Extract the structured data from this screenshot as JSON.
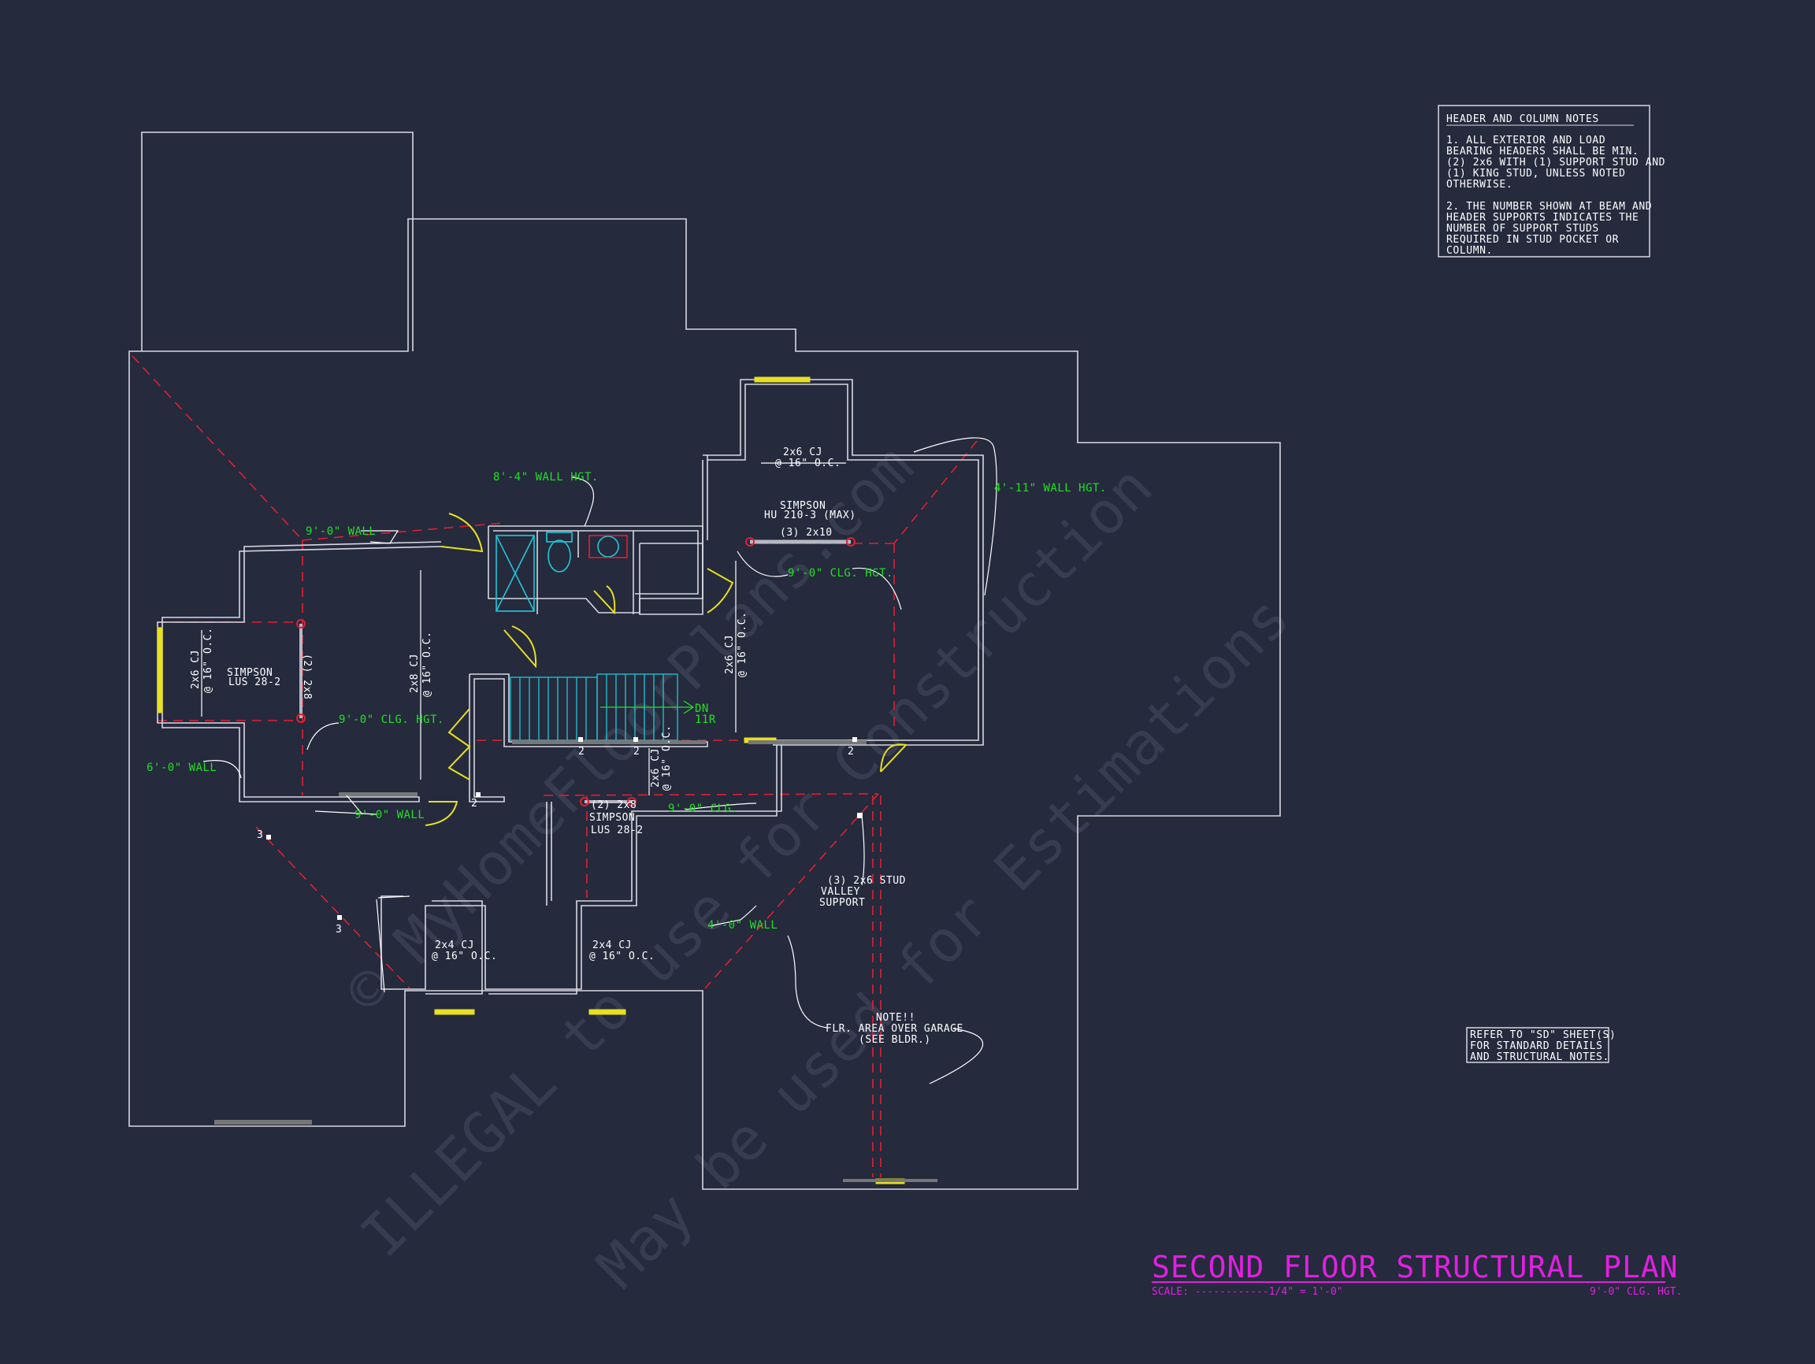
{
  "colors": {
    "background": "#252a3d",
    "wall": "#d8d8e2",
    "dimension_text": "#ffffff",
    "callout_text": "#22e022",
    "hip_line": "#e02030",
    "window": "#e8e020",
    "fixture": "#20c8d8",
    "title": "#e020e0",
    "watermark": "#3a3f53"
  },
  "title": {
    "main": "SECOND FLOOR STRUCTURAL PLAN",
    "scale": "SCALE: ------------1/4\" = 1'-0\"",
    "ceiling": "9'-0\" CLG. HGT."
  },
  "header_notes": {
    "heading": "HEADER AND COLUMN NOTES",
    "lines": [
      "1. ALL EXTERIOR AND LOAD",
      "BEARING HEADERS SHALL BE MIN.",
      "(2) 2x6 WITH (1) SUPPORT STUD AND",
      "(1) KING STUD, UNLESS NOTED",
      "OTHERWISE.",
      "",
      "2. THE NUMBER SHOWN AT BEAM AND",
      "HEADER SUPPORTS INDICATES THE",
      "NUMBER OF SUPPORT STUDS",
      "REQUIRED IN STUD POCKET OR",
      "COLUMN."
    ]
  },
  "refer_note": {
    "lines": [
      "REFER TO \"SD\" SHEET(S)",
      "FOR STANDARD DETAILS",
      "AND STRUCTURAL NOTES."
    ]
  },
  "watermark": {
    "line1": "© MyHomeFloorPlans.com",
    "line2": "ILLEGAL to use for Construction",
    "line3": "May be used for Estimations"
  },
  "labels": {
    "wall_8_4": "8'-4\" WALL HGT.",
    "wall_4_11": "4'-11\" WALL HGT.",
    "wall_9_0": "9'-0\" WALL",
    "wall_6_0": "6'-0\" WALL",
    "wall_9_0b": "9'-0\" WALL",
    "wall_4_0": "4'-0\" WALL",
    "clg_bed": "9'-0\" CLG. HGT.",
    "clg_master": "9'-0\" CLG. HGT.",
    "clg_center": "9'-0\" CLG.",
    "cj_master_1": "2x6 CJ",
    "cj_master_2": "@ 16\" O.C.",
    "simpson_top_1": "SIMPSON",
    "simpson_top_2": "HU 210-3 (MAX)",
    "beam_top": "(3) 2x10",
    "cj_left_1": "2x6 CJ",
    "cj_left_2": "@ 16\" O.C.",
    "simpson_left_1": "SIMPSON",
    "simpson_left_2": "LUS 28-2",
    "beam_left": "(2) 2x8",
    "cj_bed_1": "2x8 CJ",
    "cj_bed_2": "@ 16\" O.C.",
    "cj_mid_1": "2x6 CJ",
    "cj_mid_2": "@ 16\" O.C.",
    "cj_small_1": "2x6 CJ",
    "cj_small_2": "@ 16\" O.C.",
    "beam_center": "(2) 2x8",
    "simpson_center_1": "SIMPSON",
    "simpson_center_2": "LUS 28-2",
    "cj_bot1_1": "2x4 CJ",
    "cj_bot1_2": "@ 16\" O.C.",
    "cj_bot2_1": "2x4 CJ",
    "cj_bot2_2": "@ 16\" O.C.",
    "valley_1": "(3) 2x6 STUD",
    "valley_2": "VALLEY",
    "valley_3": "SUPPORT",
    "note_1": "NOTE!!",
    "note_2": "FLR. AREA OVER GARAGE",
    "note_3": "(SEE BLDR.)",
    "stair_dn": "DN",
    "stair_tr": "11R",
    "stud_a": "2",
    "stud_b": "2",
    "stud_c": "2",
    "stud_d": "2",
    "stud_e": "3",
    "stud_f": "3"
  }
}
